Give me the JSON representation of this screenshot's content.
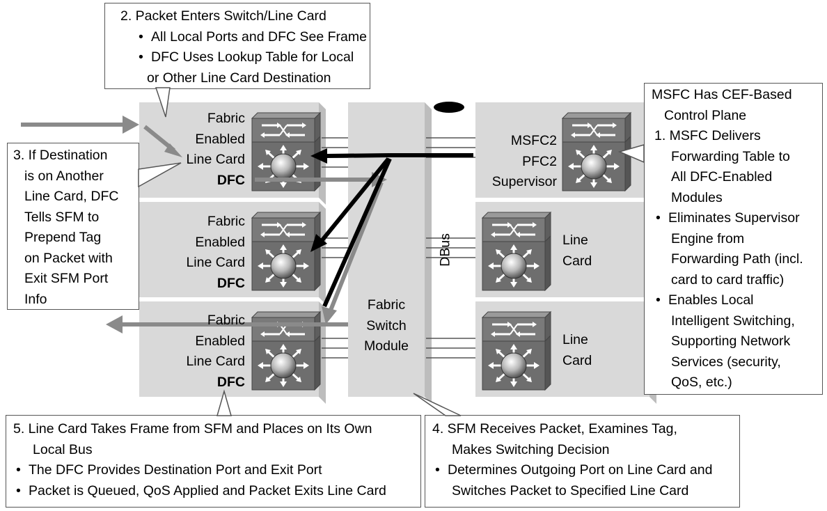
{
  "callouts": {
    "c2": {
      "title": "2. Packet Enters Switch/Line Card",
      "b1": "All Local Ports and DFC See Frame",
      "b2a": "DFC Uses Lookup Table for Local",
      "b2b": "or Other Line Card Destination"
    },
    "c3": {
      "lines": [
        "3. If Destination",
        "is on Another",
        "Line Card, DFC",
        "Tells SFM to",
        "Prepend Tag",
        "on Packet with",
        "Exit SFM Port",
        "Info"
      ]
    },
    "c1": {
      "title_a": "MSFC Has CEF-Based",
      "title_b": "Control Plane",
      "p1a": "1. MSFC Delivers",
      "p1b": "Forwarding Table to",
      "p1c": "All DFC-Enabled",
      "p1d": "Modules",
      "b1a": "Eliminates Supervisor",
      "b1b": "Engine from",
      "b1c": "Forwarding Path (incl.",
      "b1d": "card to card traffic)",
      "b2a": "Enables Local",
      "b2b": "Intelligent Switching,",
      "b2c": "Supporting Network",
      "b2d": "Services (security,",
      "b2e": "QoS, etc.)"
    },
    "c5": {
      "title_a": "5. Line Card Takes Frame from SFM and Places on Its Own",
      "title_b": "Local Bus",
      "b1": "The DFC Provides Destination Port and Exit Port",
      "b2": "Packet is Queued, QoS Applied and Packet Exits Line Card"
    },
    "c4": {
      "title_a": "4. SFM Receives Packet, Examines Tag,",
      "title_b": "Makes Switching Decision",
      "b1a": "Determines Outgoing Port on Line Card and",
      "b1b": "Switches Packet to Specified Line Card"
    }
  },
  "modules": {
    "fabric_card_l1": "Fabric",
    "fabric_card_l2": "Enabled",
    "fabric_card_l3": "Line Card",
    "dfc": "DFC",
    "fabric_switch_l1": "Fabric",
    "fabric_switch_l2": "Switch",
    "fabric_switch_l3": "Module",
    "sup_l1": "MSFC2",
    "sup_l2": "PFC2",
    "sup_l3": "Supervisor",
    "line_l1": "Line",
    "line_l2": "Card",
    "dbus": "DBus"
  },
  "colors": {
    "chassis": "#d9d9d9",
    "chassis_edge": "#bdbdbd",
    "gray_arrow": "#8a8a8a",
    "black_arrow": "#000000"
  }
}
